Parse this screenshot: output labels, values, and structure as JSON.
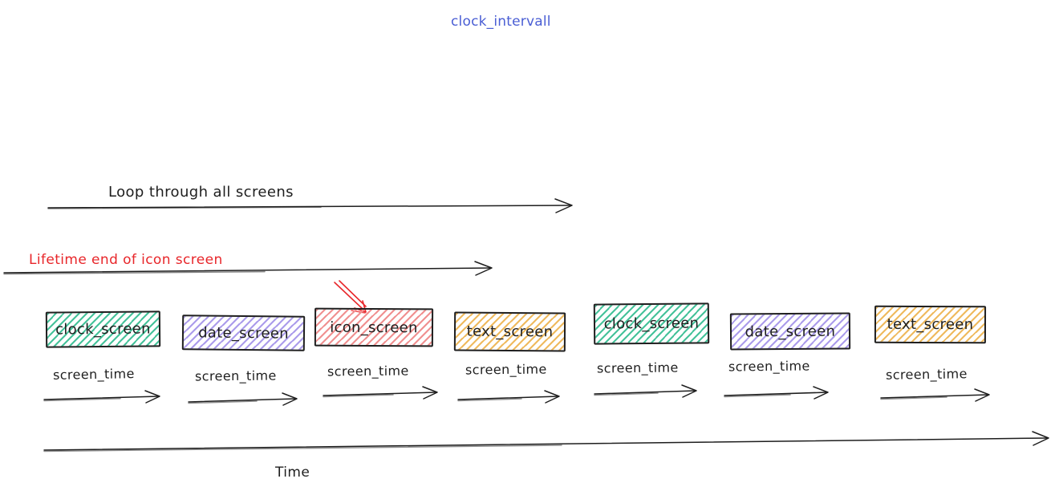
{
  "title": "clock_intervall",
  "colors": {
    "title": "#4a5ed4",
    "ink": "#1e1e1e",
    "red_accent": "#e8262a",
    "green_hatch": "#45c29a",
    "purple_hatch": "#ab9ceb",
    "red_hatch": "#f09090",
    "yellow_hatch": "#efba5e"
  },
  "annotations": {
    "loop_arrow_label": "Loop through all screens",
    "lifetime_arrow_label": "Lifetime end of icon screen",
    "time_axis_label": "Time"
  },
  "boxes": [
    {
      "label": "clock_screen",
      "hatch_color": "#45c29a"
    },
    {
      "label": "date_screen",
      "hatch_color": "#ab9ceb"
    },
    {
      "label": "icon_screen",
      "hatch_color": "#f09090"
    },
    {
      "label": "text_screen",
      "hatch_color": "#efba5e"
    },
    {
      "label": "clock_screen",
      "hatch_color": "#45c29a"
    },
    {
      "label": "date_screen",
      "hatch_color": "#ab9ceb"
    },
    {
      "label": "text_screen",
      "hatch_color": "#efba5e"
    }
  ],
  "screen_time_labels": [
    {
      "label": "screen_time"
    },
    {
      "label": "screen_time"
    },
    {
      "label": "screen_time"
    },
    {
      "label": "screen_time"
    },
    {
      "label": "screen_time"
    },
    {
      "label": "screen_time"
    },
    {
      "label": "screen_time"
    }
  ]
}
